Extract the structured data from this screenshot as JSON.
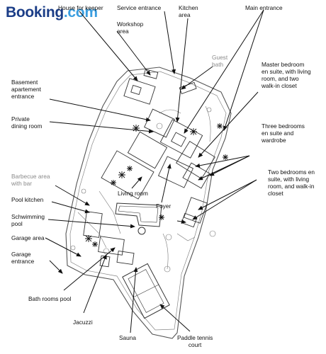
{
  "brand": {
    "part1": "Booking",
    "part2": ".com",
    "color_dark": "#1b3d87",
    "color_light": "#3a9ee0"
  },
  "labels": {
    "house_for_keeper": "House for keeper",
    "service_entrance": "Service entrance",
    "kitchen_area": "Kitchen\narea",
    "main_entrance": "Main entrance",
    "workshop_area": "Workshop\narea",
    "guest_bath": "Guest\nbath",
    "master_bedroom": "Master bedroom\nen suite, with living\nroom, and  two\nwalk-in closet",
    "basement_entrance": "Basement\napartement\nentrance",
    "private_dining": "Private\ndining room",
    "three_bedrooms": "Three bedrooms\nen suite and\nwardrobe",
    "barbecue_area": "Barbecue area\nwith bar",
    "two_bedrooms": "Two bedrooms en\nsuite, with living\nroom, and walk-in\ncloset",
    "living_room": "Living room",
    "foyer": "Foyer",
    "pool_kitchen": "Pool kitchen",
    "swimming_pool": "Schwimming\npool",
    "garage_area": "Garage area",
    "garage_entrance": "Garage\nentrance",
    "bath_rooms_pool": "Bath rooms pool",
    "jacuzzi": "Jacuzzi",
    "sauna": "Sauna",
    "paddle_tennis": "Paddle tennis\ncourt"
  }
}
